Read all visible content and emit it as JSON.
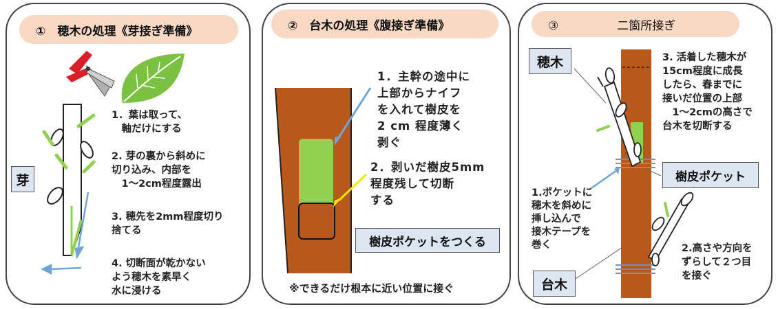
{
  "panel1": {
    "title": "①　穂木の処理《芽接ぎ準備》",
    "bud_label": "芽",
    "step1": "1．葉は取って、\n　軸だけにする",
    "step2": "2. 芽の裏から斜めに\n切り込み、内部を\n　1〜2cm程度露出",
    "step3": "3. 穂先を2mm程度切り\n捨てる",
    "step4": "4. 切断面が乾かない\nよう穂木を素早く\n水に浸ける"
  },
  "panel2": {
    "title": "②　台木の処理《腹接ぎ準備》",
    "step1": "1．主幹の途中に\n上部からナイフ\nを入れて樹皮を\n2 cm 程度薄く\n剥ぐ",
    "step2": "2．剥いだ樹皮5mm\n程度残して切断\nする",
    "pocket_label": "樹皮ポケットをつくる",
    "note": "※できるだけ根本に近い位置に接ぐ"
  },
  "panel3": {
    "title": "③　　　　　二箇所接ぎ",
    "scion_label": "穂木",
    "rootstock_label": "台木",
    "pocket_label": "樹皮ポケット",
    "step1": "1.ポケットに\n穂木を斜めに\n挿し込んで\n接木テープを\n巻く",
    "step2": "2.高さや方向を\nずらして２つ目\nを接ぐ",
    "step3": "3. 活着した穂木が\n15cm程度に成長\nしたら、春までに\n接いだ位置の上部\n　1〜2cmの高さで\n台木を切断する"
  },
  "colors": {
    "trunk": "#b8581a",
    "green_cut": "#92d050",
    "pill": "#f9d9c4",
    "label_box": "#dce6f1",
    "arrow_blue": "#6fa5d8",
    "arrow_yellow": "#f5e800",
    "leaf": "#7cc242",
    "pruner_handle": "#d9202a"
  }
}
